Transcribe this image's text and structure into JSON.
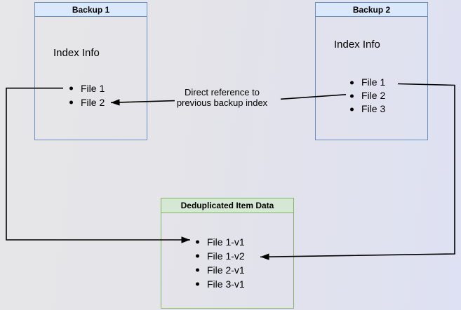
{
  "diagram": {
    "backup1": {
      "title": "Backup 1",
      "index_label": "Index Info",
      "files": [
        "File 1",
        "File 2"
      ]
    },
    "backup2": {
      "title": "Backup 2",
      "index_label": "Index Info",
      "files": [
        "File 1",
        "File 2",
        "File 3"
      ]
    },
    "dedup": {
      "title": "Deduplicated Item Data",
      "files": [
        "File 1-v1",
        "File 1-v2",
        "File 2-v1",
        "File 3-v1"
      ]
    },
    "annotation": {
      "line1": "Direct reference to",
      "line2": "previous backup index"
    },
    "colors": {
      "backup_header_fill": "#dae8fc",
      "backup_border": "#6c8ebf",
      "dedup_header_fill": "#d5e8d4",
      "dedup_border": "#82b366",
      "arrow": "#000000",
      "background_left": "#e7e6e8",
      "background_right": "#dee1f3"
    }
  }
}
